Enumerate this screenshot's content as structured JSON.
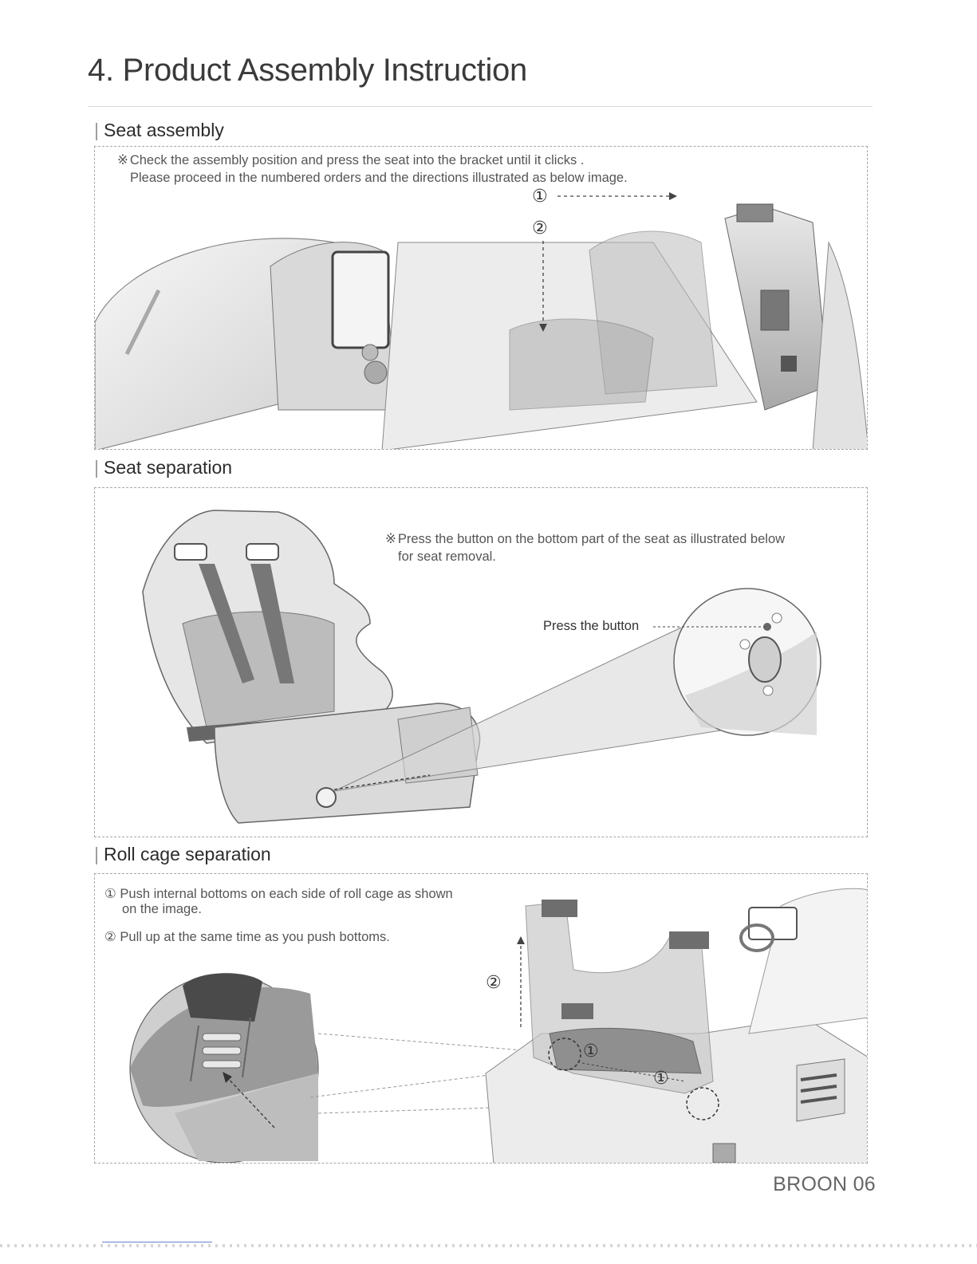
{
  "page": {
    "title": "4. Product Assembly Instruction",
    "footer": "BROON 06"
  },
  "sections": {
    "seat_assembly": {
      "heading": "Seat assembly",
      "note_mark": "※",
      "note_line1": "Check the assembly position and press the seat into the bracket until it clicks .",
      "note_line2": "Please proceed in the numbered orders and the directions illustrated as below image.",
      "step1": "①",
      "step2": "②"
    },
    "seat_separation": {
      "heading": "Seat separation",
      "note_mark": "※",
      "note_line1": "Press the button on the bottom part of the seat as illustrated below",
      "note_line2": "for seat removal.",
      "callout": "Press the button"
    },
    "roll_cage_separation": {
      "heading": "Roll cage separation",
      "step1_mark": "①",
      "step1_line1": "Push internal bottoms on each side of roll cage as shown",
      "step1_line2": "on the image.",
      "step2_mark": "②",
      "step2_line1": "Pull up at the same time as you push bottoms.",
      "label_up": "②",
      "label_a": "①",
      "label_b": "①"
    }
  }
}
